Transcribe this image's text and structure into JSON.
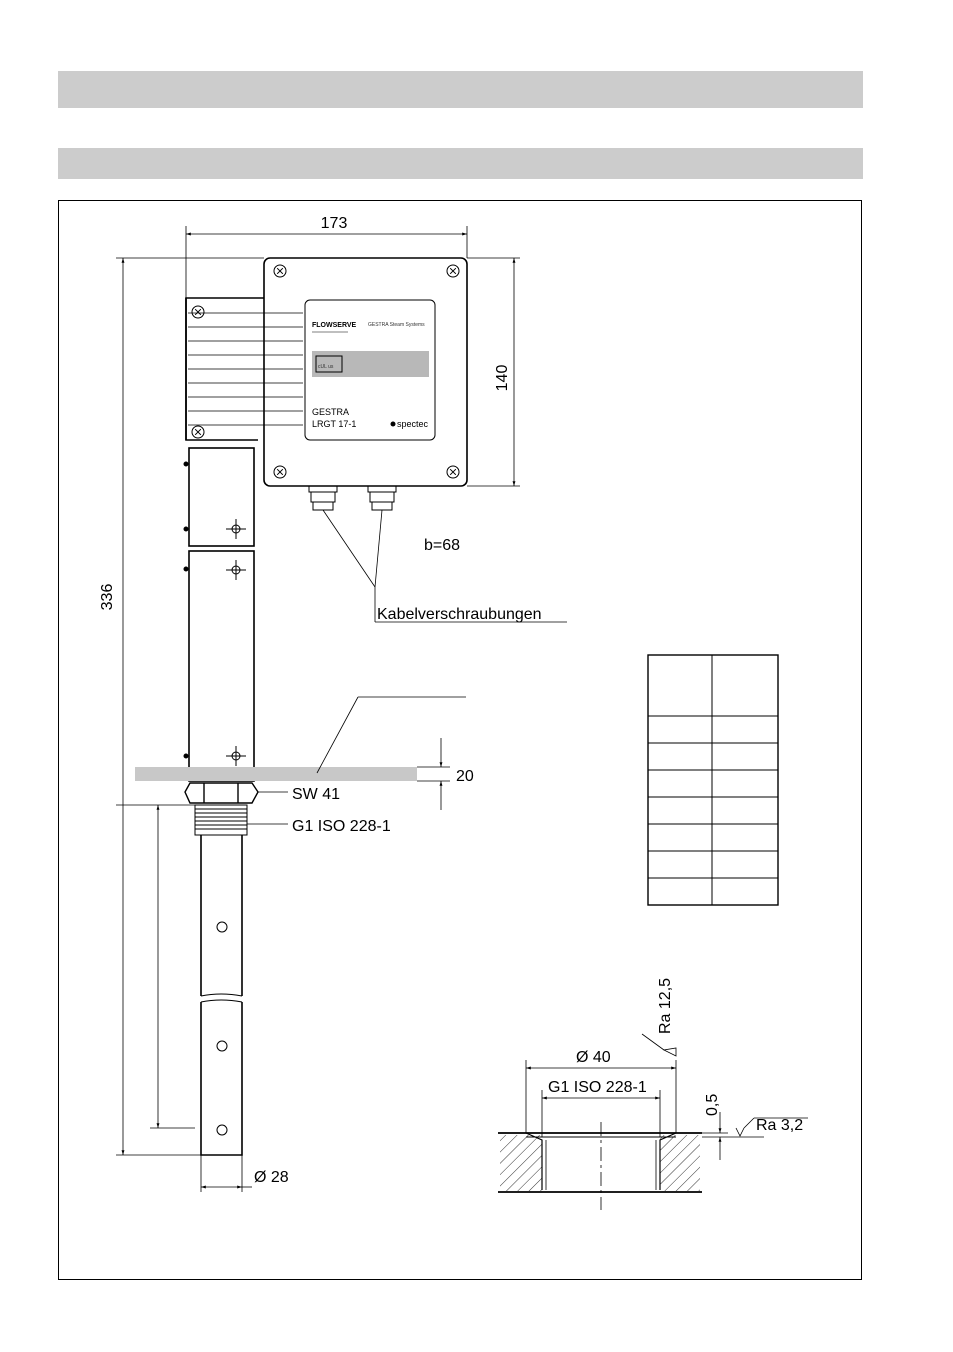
{
  "drawing": {
    "dim_width": "173",
    "dim_height_housing": "140",
    "dim_total_height": "336",
    "dim_b": "b=68",
    "cable_glands_label": "Kabelverschraubungen",
    "dim_flange": "20",
    "wrench_size": "SW 41",
    "thread": "G1 ISO 228-1",
    "dim_probe_diameter": "Ø 28",
    "dim_bore_diameter": "Ø 40",
    "dim_bore_thread": "G1 ISO 228-1",
    "dim_chamfer": "0,5",
    "roughness_top": "Ra 12,5",
    "roughness_side": "Ra 3,2"
  },
  "nameplate": {
    "brand": "FLOWSERVE",
    "subline": "GESTRA Steam Systems",
    "product": "GESTRA",
    "model": "LRGT 17-1",
    "maker": "spectec",
    "approval": "cUL us"
  },
  "table": {
    "rows": 7,
    "cols": 2
  }
}
